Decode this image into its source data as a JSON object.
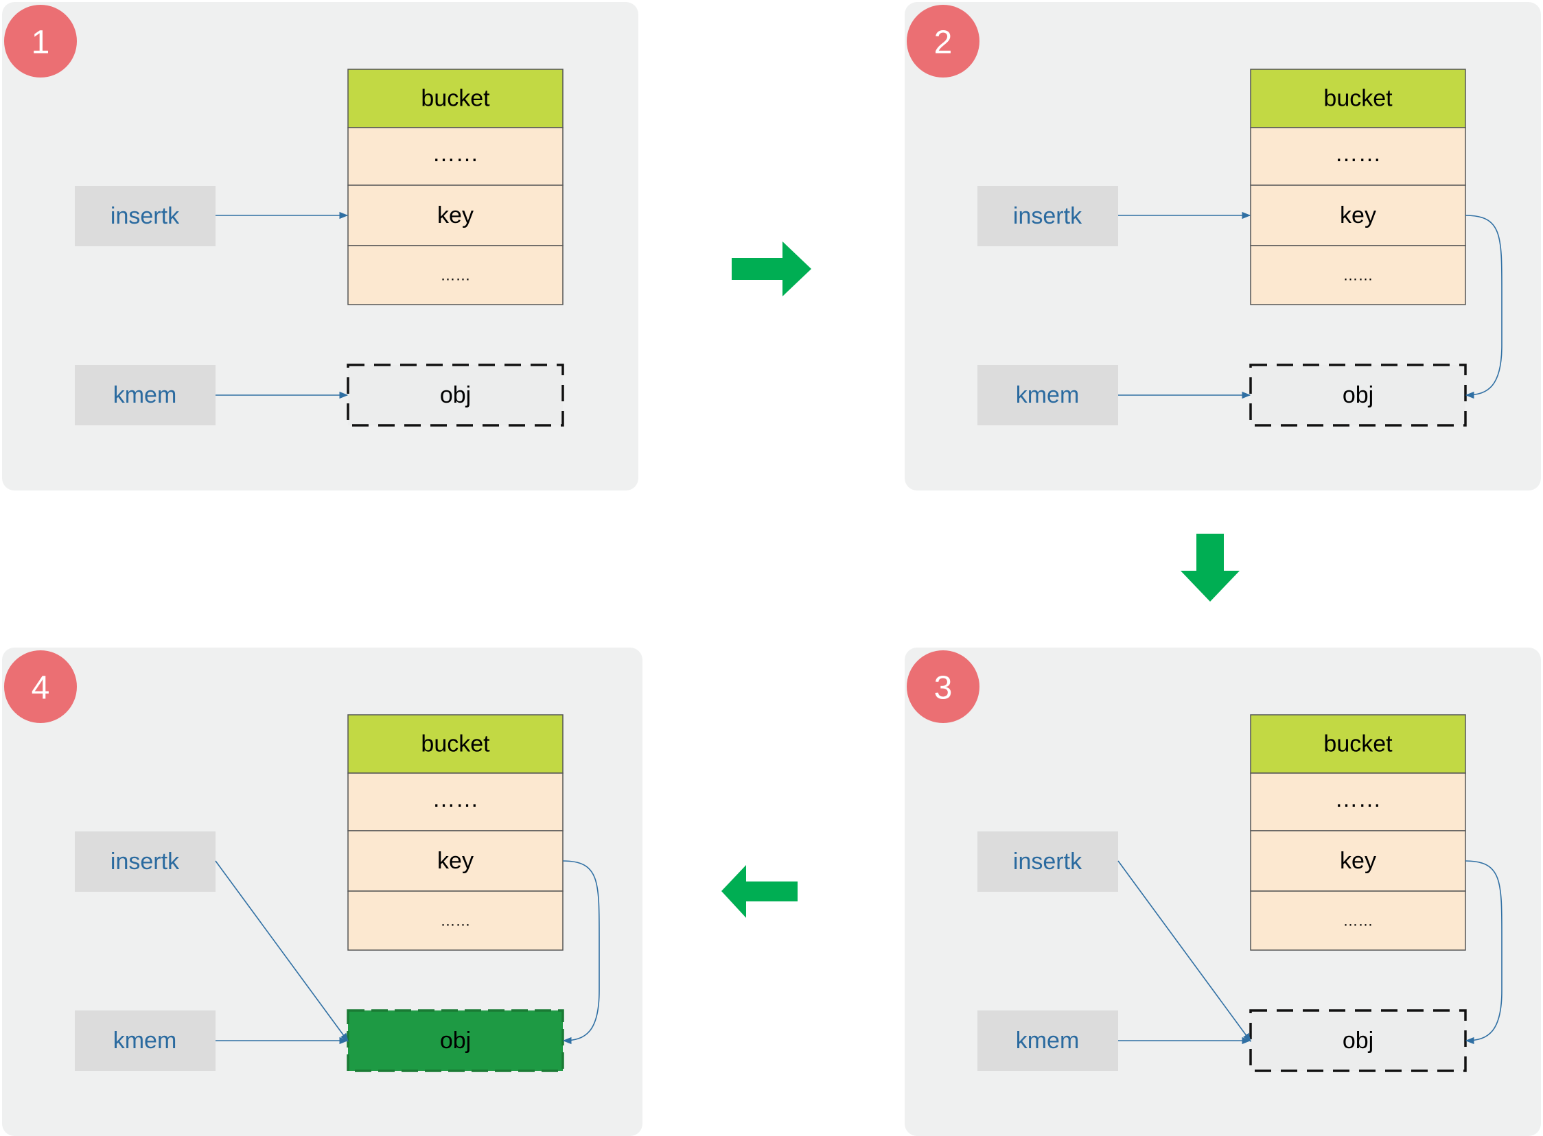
{
  "colors": {
    "panel_background": "#eff0f0",
    "badge": "#eb6f73",
    "bucket_header": "#c2d944",
    "bucket_cell": "#fce8d0",
    "label_box": "#dcdcdc",
    "label_text": "#2a6a9f",
    "pointer_line": "#2f6fa3",
    "step_arrow": "#00ae53",
    "obj_filled": "#1e9a44"
  },
  "panels": [
    {
      "step": "1",
      "bucket": {
        "header": "bucket",
        "rows": [
          "……",
          "key",
          "……"
        ]
      },
      "labels": {
        "insert": "insertk",
        "mem": "kmem"
      },
      "obj": {
        "label": "obj",
        "filled": false
      },
      "pointers": {
        "insert_to": "key",
        "key_to_obj": false
      }
    },
    {
      "step": "2",
      "bucket": {
        "header": "bucket",
        "rows": [
          "……",
          "key",
          "……"
        ]
      },
      "labels": {
        "insert": "insertk",
        "mem": "kmem"
      },
      "obj": {
        "label": "obj",
        "filled": false
      },
      "pointers": {
        "insert_to": "key",
        "key_to_obj": true
      }
    },
    {
      "step": "3",
      "bucket": {
        "header": "bucket",
        "rows": [
          "……",
          "key",
          "……"
        ]
      },
      "labels": {
        "insert": "insertk",
        "mem": "kmem"
      },
      "obj": {
        "label": "obj",
        "filled": false
      },
      "pointers": {
        "insert_to": "obj",
        "key_to_obj": true
      }
    },
    {
      "step": "4",
      "bucket": {
        "header": "bucket",
        "rows": [
          "……",
          "key",
          "……"
        ]
      },
      "labels": {
        "insert": "insertk",
        "mem": "kmem"
      },
      "obj": {
        "label": "obj",
        "filled": true
      },
      "pointers": {
        "insert_to": "obj",
        "key_to_obj": true
      }
    }
  ],
  "transitions": [
    {
      "from": "1",
      "to": "2",
      "direction": "right"
    },
    {
      "from": "2",
      "to": "3",
      "direction": "down"
    },
    {
      "from": "3",
      "to": "4",
      "direction": "left"
    }
  ]
}
